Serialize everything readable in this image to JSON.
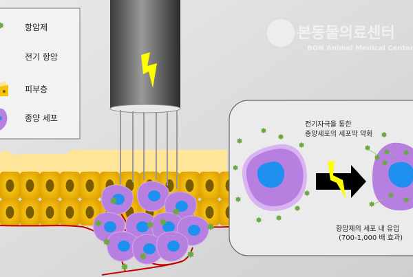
{
  "legend": {
    "items": [
      {
        "label": "항암제",
        "icon": "drug-star-icon"
      },
      {
        "label": "전기 항암",
        "icon": "lightning-icon"
      },
      {
        "label": "피부층",
        "icon": "skin-block-icon"
      },
      {
        "label": "종양 세포",
        "icon": "tumor-cell-icon"
      }
    ]
  },
  "watermark": {
    "title": "본동물의료센터",
    "subtitle": "BON Animal Medical Center"
  },
  "panel": {
    "caption_top": [
      "전기자극을 통한",
      "종양세포의 세포막 약화"
    ],
    "caption_bottom": [
      "항암제의 세포 내 유입",
      "(700-1,000 배 효과)"
    ]
  },
  "colors": {
    "drug": "#6aa842",
    "tumor": "#b77fdf",
    "nucleus": "#1e90f0",
    "skin": "#f5c20a",
    "skin_top": "#ffe597",
    "vessel": "#c00000",
    "bolt": "#ffff00"
  }
}
